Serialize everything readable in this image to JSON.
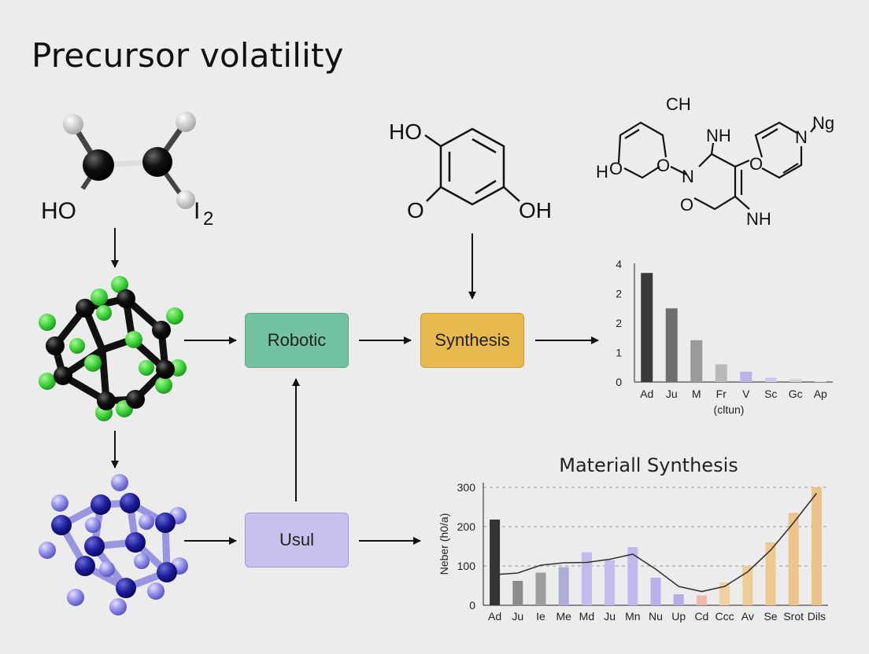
{
  "page": {
    "title": "Precursor volatility"
  },
  "molecules": {
    "ethylene_glycol": {
      "label_left": "HO",
      "label_right_main": "I",
      "label_right_sub": "2"
    },
    "hydroquinone": {
      "top_left": "HO",
      "bottom_left": "O",
      "bottom_right": "OH"
    },
    "complex": {
      "ch": "CH",
      "nh_top": "NH",
      "ng": "Ng",
      "h_left": "H",
      "o1": "O",
      "o2": "O",
      "n_center": "N",
      "o3": "O",
      "n_right": "N",
      "o_bottom": "O",
      "nh_bottom": "NH"
    }
  },
  "boxes": {
    "robotic": "Robotic",
    "synthesis": "Synthesis",
    "usul": "Usul"
  },
  "chart_data": [
    {
      "type": "bar",
      "categories": [
        "Ad",
        "Ju",
        "M",
        "Fr",
        "V",
        "Sc",
        "Gc",
        "Ap"
      ],
      "values": [
        3.7,
        2.5,
        1.42,
        0.6,
        0.35,
        0.15,
        0.1,
        0.03
      ],
      "yticks": [
        "0",
        "1",
        "2",
        "2",
        "4"
      ],
      "xlabel": "(cltun)",
      "colors": [
        "#3a3a3a",
        "#6e6e6e",
        "#9a9a9a",
        "#b9b9b9",
        "#b9b3e8",
        "#cdc9ee",
        "#d4d4d4",
        "#dedede"
      ]
    },
    {
      "type": "bar+line",
      "title": "Materiall Synthesis",
      "ylabel": "Neber (h0/a)",
      "categories": [
        "Ad",
        "Ju",
        "Ie",
        "Me",
        "Md",
        "Ju",
        "Mn",
        "Nu",
        "Up",
        "Cd",
        "Ccc",
        "Av",
        "Se",
        "Srot",
        "Dils"
      ],
      "values": [
        218,
        62,
        83,
        97,
        135,
        115,
        148,
        70,
        28,
        25,
        58,
        100,
        160,
        235,
        300
      ],
      "line": [
        78,
        82,
        102,
        108,
        109,
        117,
        130,
        92,
        48,
        35,
        48,
        85,
        140,
        210,
        285
      ],
      "ylim": [
        0,
        300
      ],
      "yticks": [
        "0",
        "100",
        "200",
        "300"
      ],
      "colors": [
        "#333333",
        "#8c8c8c",
        "#9d9d9d",
        "#b0acd8",
        "#c0bbec",
        "#c2bdec",
        "#bfb9ee",
        "#b7b2ea",
        "#b4aee8",
        "#f0b8a8",
        "#f1cf9f",
        "#eecc94",
        "#efc890",
        "#eec48a",
        "#ebc386"
      ]
    }
  ]
}
